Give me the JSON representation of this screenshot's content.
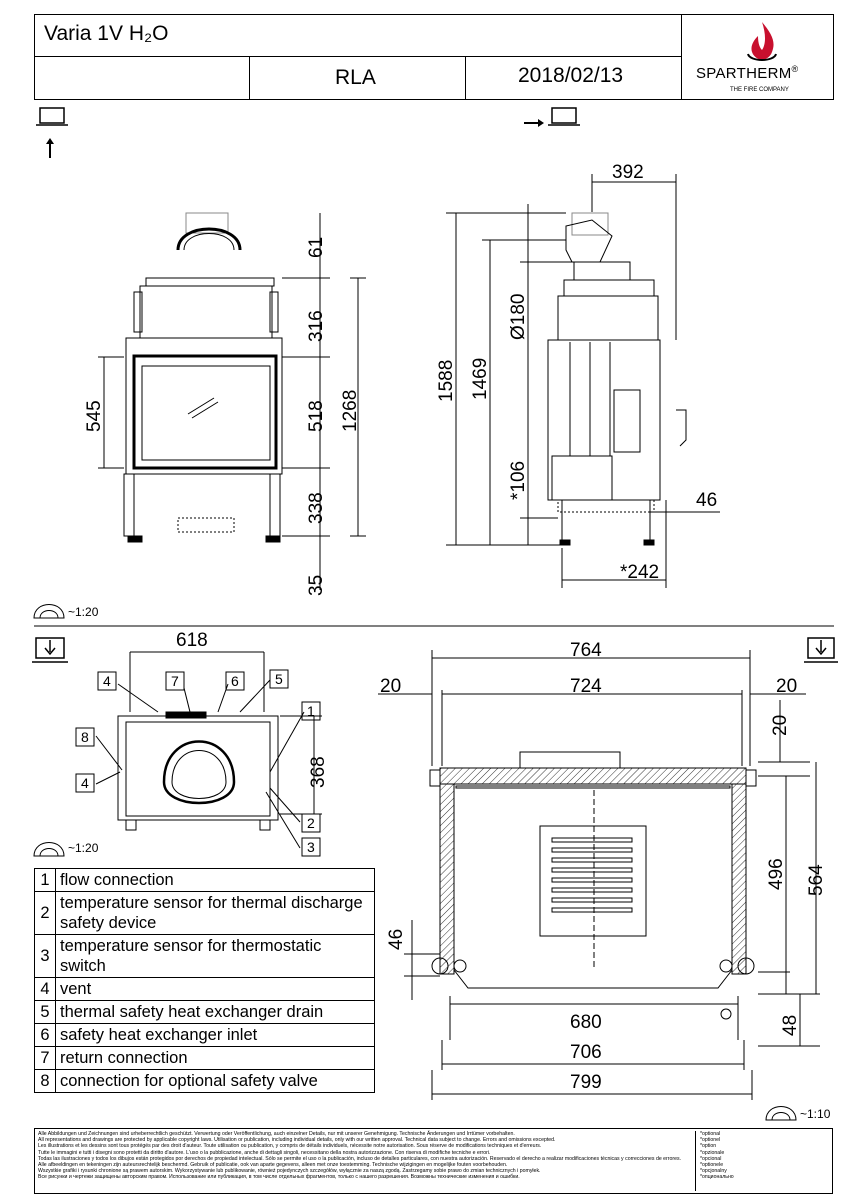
{
  "header": {
    "model": "Varia 1V H₂O",
    "code": "RLA",
    "date": "2018/02/13",
    "brand": "SPARTHERM",
    "brand_mark": "®",
    "brand_tagline": "THE FIRE COMPANY",
    "logo_icon": "flame-logo-icon"
  },
  "views": {
    "front_view_icon": "front-view-icon",
    "side_view_icon": "side-view-icon",
    "top_view_icon": "top-view-icon",
    "scale_front": "~1:20",
    "scale_top": "~1:20",
    "scale_section": "~1:10"
  },
  "dims_front": {
    "d61": "61",
    "d316": "316",
    "d518": "518",
    "d1268": "1268",
    "d338": "338",
    "d35": "35",
    "d545": "545"
  },
  "dims_side": {
    "d392": "392",
    "d180": "Ø180",
    "d1588": "1588",
    "d1469": "1469",
    "d106": "*106",
    "d46": "46",
    "d242": "*242"
  },
  "dims_top": {
    "d618": "618",
    "d368": "368"
  },
  "callouts": [
    "1",
    "2",
    "3",
    "4",
    "5",
    "6",
    "7",
    "8",
    "4"
  ],
  "dims_section": {
    "d764": "764",
    "d724": "724",
    "d20a": "20",
    "d20b": "20",
    "d20c": "20",
    "d496": "496",
    "d564": "564",
    "d46": "46",
    "d680": "680",
    "d706": "706",
    "d799": "799",
    "d48": "48"
  },
  "legend": [
    {
      "num": "1",
      "text": "flow connection"
    },
    {
      "num": "2",
      "text": "temperature sensor for thermal discharge safety device"
    },
    {
      "num": "3",
      "text": "temperature sensor for thermostatic switch"
    },
    {
      "num": "4",
      "text": "vent"
    },
    {
      "num": "5",
      "text": "thermal safety heat exchanger drain"
    },
    {
      "num": "6",
      "text": "safety heat exchanger inlet"
    },
    {
      "num": "7",
      "text": "return connection"
    },
    {
      "num": "8",
      "text": "connection for optional safety valve"
    }
  ],
  "footer": {
    "lines": [
      "Alle Abbildungen und Zeichnungen sind urheberrechtlich geschützt. Verwertung oder Veröffentlichung, auch einzelner Details, nur mit unserer Genehmigung. Technische Änderungen und Irrtümer vorbehalten.",
      "All representations and drawings are protected by applicable copyright laws. Utilisation or publication, including individual details, only with our written approval. Technical data subject to change. Errors and omissions excepted.",
      "Les illustrations et les dessins sont tous protégés par des droit d'auteur. Toute utilisation ou publication, y compris de détails individuels, nécessite notre autorisation. Sous réserve de modifications techniques et d'erreurs.",
      "Tutte le immagini e tutti i disegni sono protetti da diritto d'autore. L'uso o la pubblicazione, anche di dettagli singoli, necessitano della nostra autorizzazione. Con riserva di modifiche tecniche e errori.",
      "Todas las ilustraciones y todos los dibujos están protegidos por derechos de propiedad intelectual. Sólo se permite el uso o la publicación, incluso de detalles particulares, con nuestra autorización. Reservado el derecho a realizar modificaciones técnicas y correcciones de errores.",
      "Alle afbeeldingen en tekeningen zijn auteursrechtelijk beschermd. Gebruik of publicatie, ook van aparte gegevens, alleen met onze toestemming. Technische wijzigingen en mogelijke fouten voorbehouden.",
      "Wszystkie grafiki i rysunki chronione są prawem autorskim. Wykorzystywanie lub publikowanie, również pojedynczych szczegółów, wyłącznie za naszą zgodą. Zastrzegamy sobie prawo do zmian technicznych i pomyłek.",
      "Все рисунки и чертежи защищены авторским правом. Использование или публикация, в том числе отдельных фрагментов, только с нашего разрешения. Возможны технические изменения и ошибки."
    ],
    "side_lines": [
      "*optional",
      "*optionel",
      "*option",
      "*opzionale",
      "*opcional",
      "*optionele",
      "*opcjonalny",
      "*опционально"
    ]
  },
  "colors": {
    "logo_red": "#c8102e",
    "line": "#000000",
    "light": "#888888"
  }
}
